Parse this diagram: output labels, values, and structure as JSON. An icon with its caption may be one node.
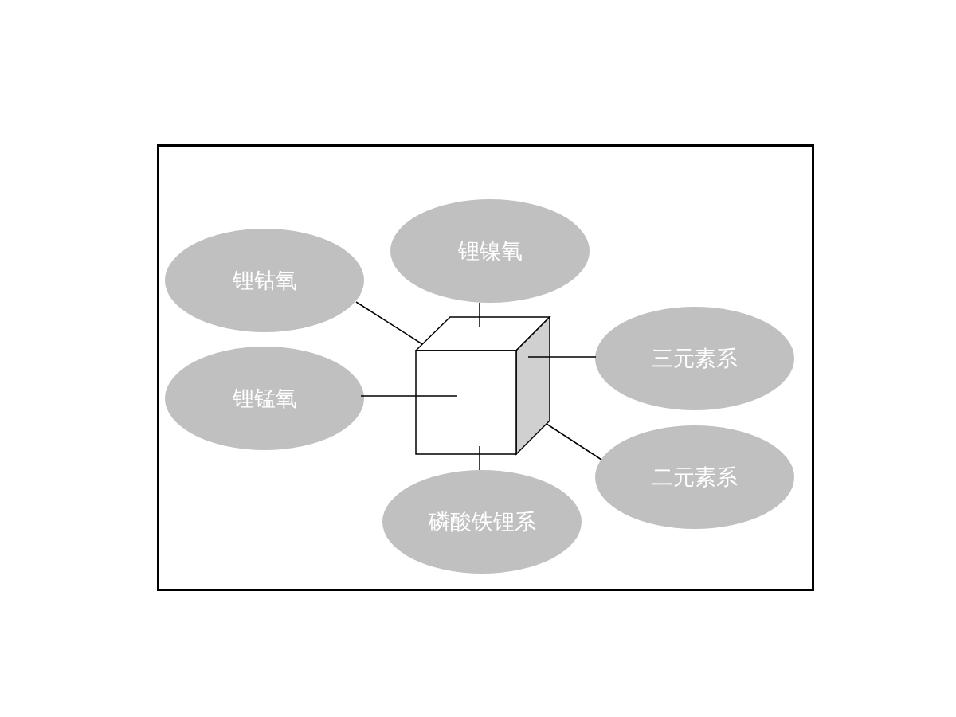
{
  "diagram": {
    "nodes": [
      {
        "text": [
          "锂镍氧"
        ]
      },
      {
        "text": [
          "锂钴氧"
        ]
      },
      {
        "text": [],
        "shape": "box"
      },
      {
        "text": [
          "三元素系"
        ]
      },
      {
        "text": [
          "锂锰氧"
        ]
      },
      {
        "text": [
          "二元素系"
        ]
      },
      {
        "text": [
          "磷酸铁锂系"
        ]
      }
    ],
    "edges": [
      {
        "from": 1,
        "to": 2,
        "arrow": "none"
      },
      {
        "from": 0,
        "to": 2,
        "arrow": "none"
      },
      {
        "from": 3,
        "to": 2,
        "arrow": "none"
      },
      {
        "from": 4,
        "to": 2,
        "arrow": "none"
      },
      {
        "from": 5,
        "to": 2,
        "arrow": "none"
      },
      {
        "from": 6,
        "to": 2,
        "arrow": "none"
      }
    ]
  }
}
